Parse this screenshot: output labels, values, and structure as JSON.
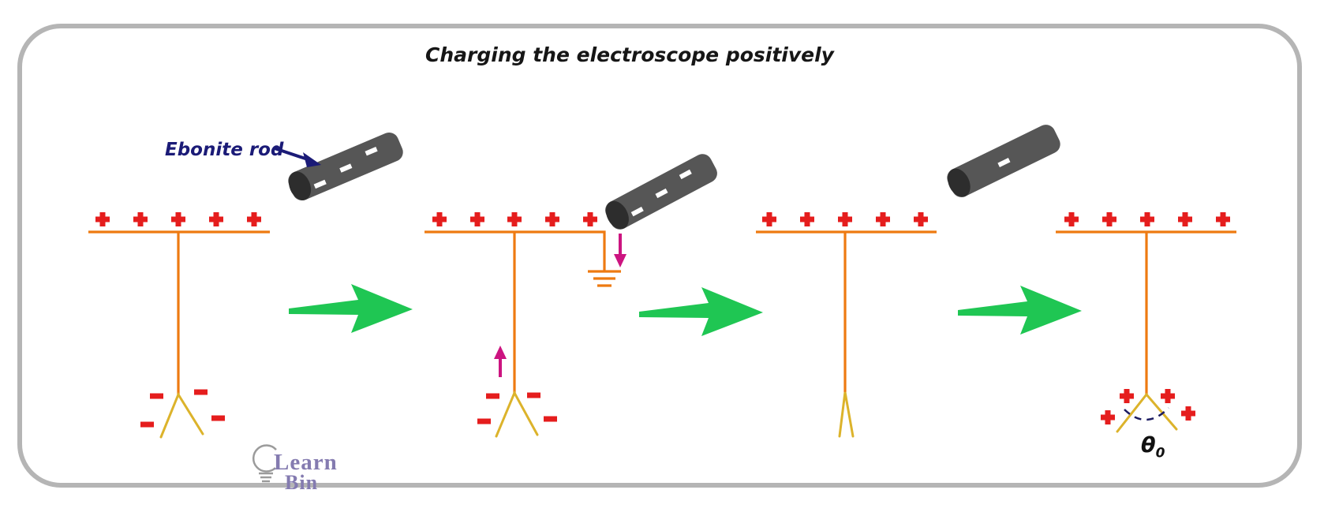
{
  "title": "Charging the electroscope positively",
  "annotations": {
    "ebonite_rod_label": "Ebonite rod",
    "leaf_angle_symbol": "θ",
    "leaf_angle_subscript": "0"
  },
  "logo": {
    "word1": "Learn",
    "word2": "Bin"
  },
  "symbols": {
    "positive_charge": "+",
    "negative_charge": "−"
  },
  "diagram": {
    "subject": "Charging an electroscope positively by induction with a negatively charged ebonite rod",
    "stages": [
      {
        "step": 1,
        "depicts": "Negatively charged ebonite rod brought near the plate; leaves diverge",
        "plate_positive_charges": 5,
        "rod_negative_dashes": 3,
        "leaf_negative_charges": 4,
        "leaves_state": "diverged",
        "earthed": false
      },
      {
        "step": 2,
        "depicts": "Plate earthed while rod is near; electrons flow from stem and down to earth",
        "plate_positive_charges": 5,
        "rod_negative_dashes": 3,
        "leaf_negative_charges": 4,
        "leaves_state": "diverged",
        "earthed": true,
        "electron_flow_arrows": [
          "up along stem",
          "down earth wire"
        ]
      },
      {
        "step": 3,
        "depicts": "Rod taken away; leaves collapse",
        "plate_positive_charges": 5,
        "rod_negative_dashes": 1,
        "leaf_charges": 0,
        "leaves_state": "collapsed",
        "earthed": false
      },
      {
        "step": 4,
        "depicts": "Electroscope left positively charged; leaves diverge at angle θ0",
        "plate_positive_charges": 5,
        "leaf_positive_charges": 4,
        "leaves_state": "diverged",
        "leaf_angle": "θ0"
      }
    ]
  },
  "colors": {
    "frame_border": "#b5b5b5",
    "plate_and_stem_orange": "#ee7a11",
    "gold_leaves": "#dcb32b",
    "charge_red": "#e51d1d",
    "step_arrow_green": "#1fc653",
    "electron_arrow_magenta": "#cc1480",
    "rod_body_gray": "#565656",
    "rod_end_cap": "#2d2d2d",
    "label_navy": "#1b1b77",
    "arc_navy": "#1c1c62",
    "logo_purple": "#847bb0",
    "logo_gray": "#9b9b9b",
    "title_text": "#161616"
  }
}
